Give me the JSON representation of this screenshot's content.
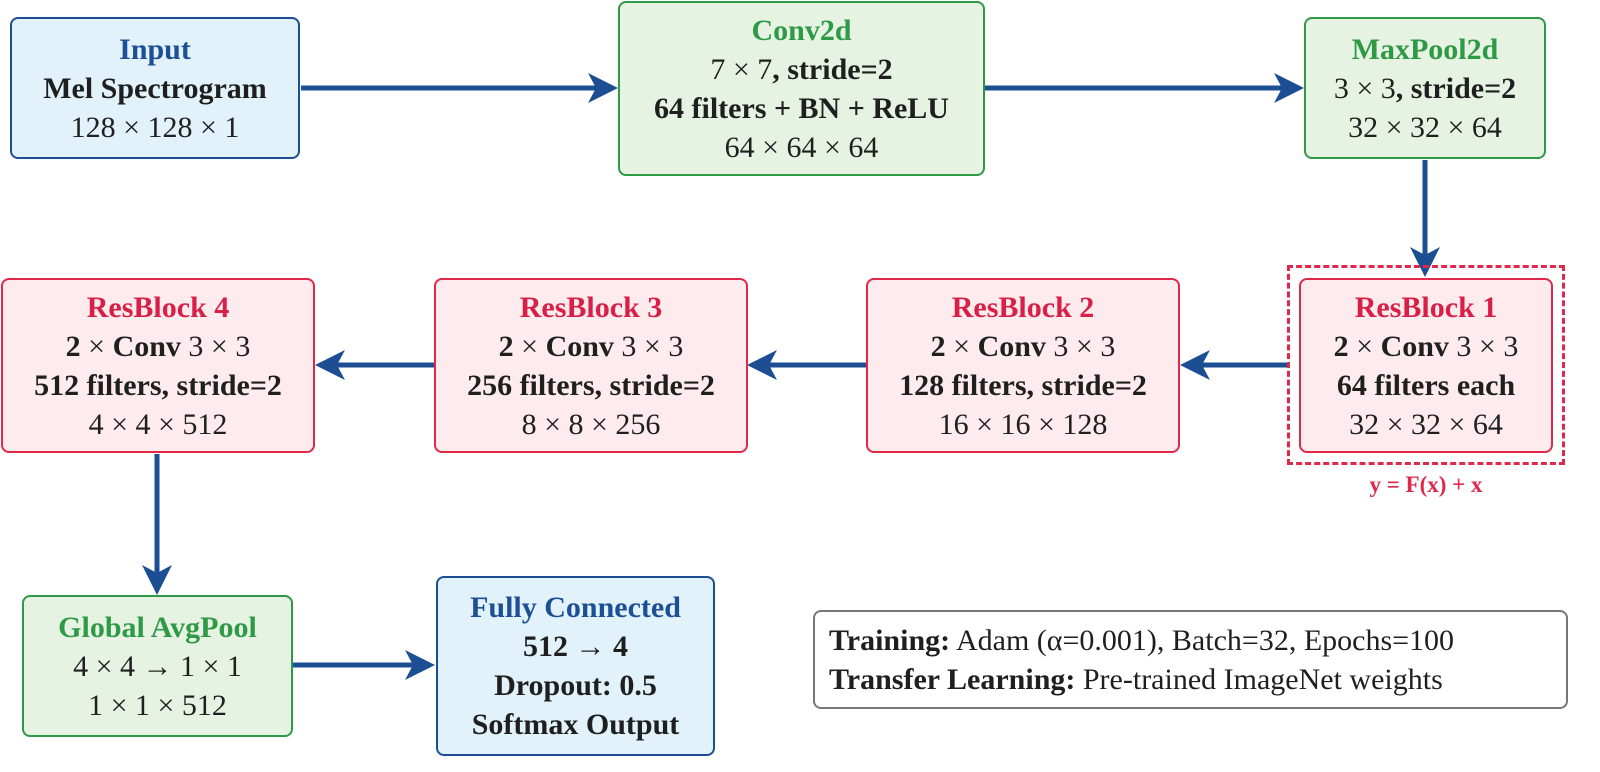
{
  "colors": {
    "arrow": "#1c4e94",
    "blue_fill": "#e1f2fb",
    "blue_border": "#1c4e94",
    "green_fill": "#e6f3e3",
    "green_border": "#2f9a46",
    "red_fill": "#fdebee",
    "red_border": "#e0284b",
    "info_border": "#777777"
  },
  "nodes": {
    "input": {
      "title": "Input",
      "line1": "Mel Spectrogram",
      "line2": "128 × 128 × 1"
    },
    "conv2d": {
      "title": "Conv2d",
      "line1_a": "7 × 7",
      "line1_b": ", stride=2",
      "line2": "64 filters + BN + ReLU",
      "line3": "64 × 64 × 64"
    },
    "maxpool": {
      "title": "MaxPool2d",
      "line1_a": "3 × 3",
      "line1_b": ", stride=2",
      "line2": "32 × 32 × 64"
    },
    "resblock1": {
      "title": "ResBlock 1",
      "line1_a": "2",
      "line1_b": " × ",
      "line1_c": "Conv",
      "line1_d": " 3 × 3",
      "line2": "64 filters each",
      "line3": "32 × 32 × 64"
    },
    "resblock2": {
      "title": "ResBlock 2",
      "line1_a": "2",
      "line1_b": " × ",
      "line1_c": "Conv",
      "line1_d": " 3 × 3",
      "line2": "128 filters, stride=2",
      "line3": "16 × 16 × 128"
    },
    "resblock3": {
      "title": "ResBlock 3",
      "line1_a": "2",
      "line1_b": " × ",
      "line1_c": "Conv",
      "line1_d": " 3 × 3",
      "line2": "256 filters, stride=2",
      "line3": "8 × 8 × 256"
    },
    "resblock4": {
      "title": "ResBlock 4",
      "line1_a": "2",
      "line1_b": " × ",
      "line1_c": "Conv",
      "line1_d": " 3 × 3",
      "line2": "512 filters, stride=2",
      "line3": "4 × 4 × 512"
    },
    "avgpool": {
      "title": "Global AvgPool",
      "line1": "4 × 4 → 1 × 1",
      "line2": "1 × 1 × 512"
    },
    "fc": {
      "title": "Fully Connected",
      "line1": "512 → 4",
      "line2": "Dropout: 0.5",
      "line3": "Softmax Output"
    }
  },
  "residual_formula": "y = F(x) + x",
  "info": {
    "training_label": "Training:",
    "training_text": " Adam (α=0.001), Batch=32, Epochs=100",
    "transfer_label": "Transfer Learning:",
    "transfer_text": " Pre-trained ImageNet weights"
  }
}
